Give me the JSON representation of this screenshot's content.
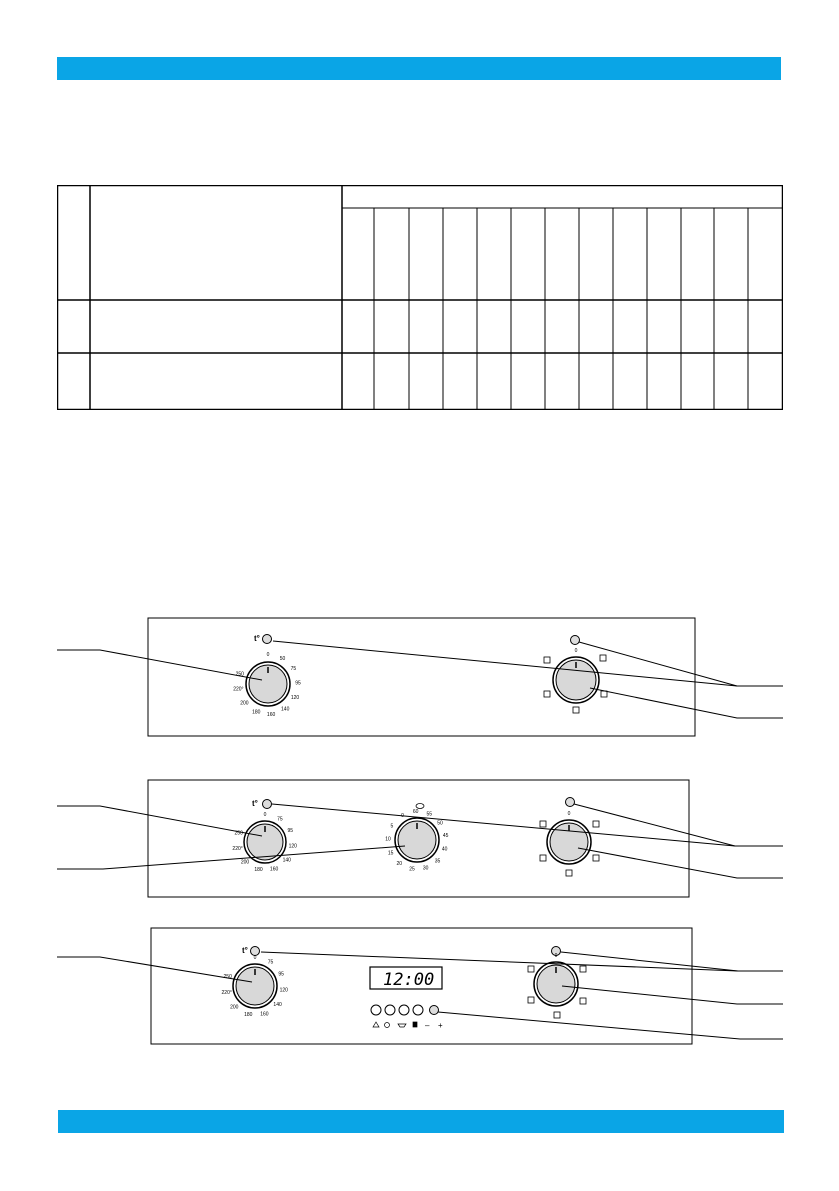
{
  "colors": {
    "accent_bar": "#0aa5e6",
    "line": "#000000",
    "knob_fill": "#d8d8d8"
  },
  "panel_a": {
    "temp_symbol": "t°",
    "temp_scale": [
      "0",
      "50",
      "75",
      "95",
      "120",
      "140",
      "160",
      "180",
      "200",
      "220°",
      "250"
    ],
    "mode_scale": [
      "0"
    ]
  },
  "panel_b": {
    "temp_symbol": "t°",
    "temp_scale": [
      "0",
      "75",
      "95",
      "120",
      "140",
      "160",
      "180",
      "200",
      "220°",
      "250"
    ],
    "timer_scale": [
      "0",
      "60",
      "55",
      "50",
      "45",
      "40",
      "35",
      "30",
      "25",
      "20",
      "15",
      "10",
      "5"
    ],
    "mode_scale": [
      "0"
    ]
  },
  "panel_c": {
    "temp_symbol": "t°",
    "temp_scale": [
      "0",
      "75",
      "95",
      "120",
      "140",
      "160",
      "180",
      "200",
      "220°",
      "250"
    ],
    "display": "12:00",
    "mode_scale": [
      "0"
    ],
    "button_labels": [
      "–",
      "+"
    ]
  }
}
